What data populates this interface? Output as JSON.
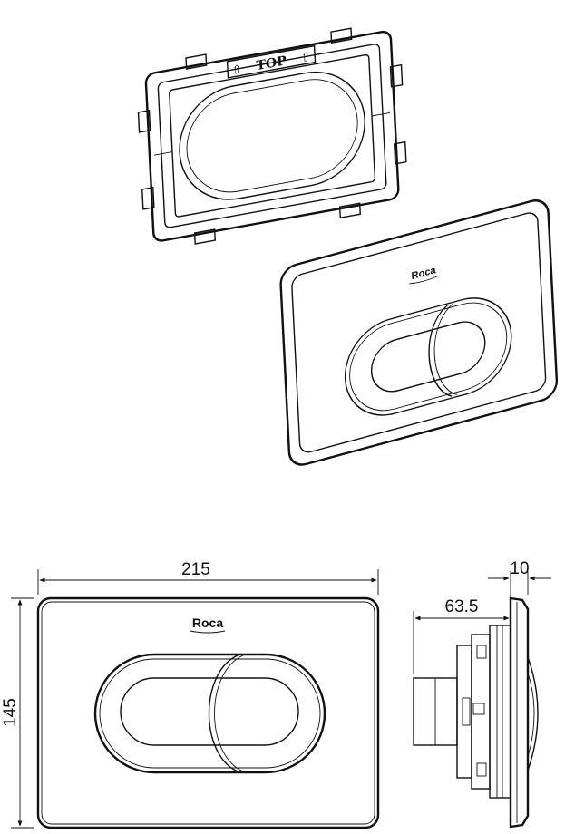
{
  "frame": {
    "stamp_label": "TOP",
    "arrow_glyph": "⇧"
  },
  "plate": {
    "brand": "Roca"
  },
  "front_view": {
    "brand": "Roca",
    "width_label": "215",
    "height_label": "145"
  },
  "side_view": {
    "depth_label": "63.5",
    "thickness_label": "10"
  },
  "colors": {
    "line": "#111111",
    "background": "#ffffff"
  }
}
